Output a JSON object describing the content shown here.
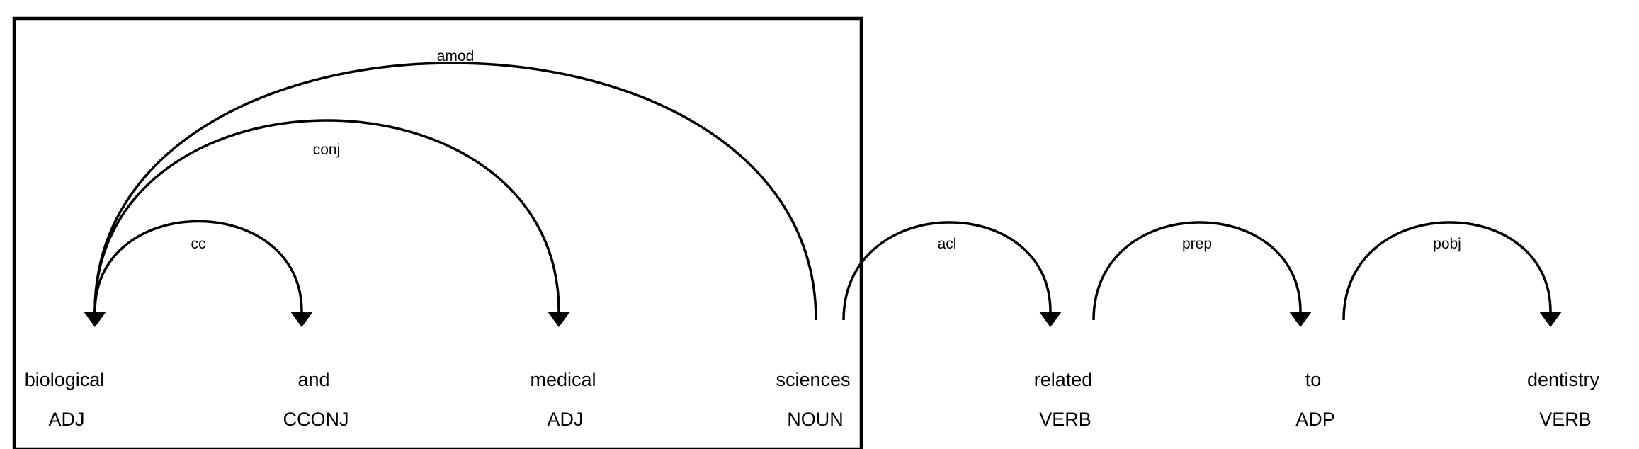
{
  "tokens": [
    {
      "word": "biological",
      "tag": "ADJ"
    },
    {
      "word": "and",
      "tag": "CCONJ"
    },
    {
      "word": "medical",
      "tag": "ADJ"
    },
    {
      "word": "sciences",
      "tag": "NOUN"
    },
    {
      "word": "related",
      "tag": "VERB"
    },
    {
      "word": "to",
      "tag": "ADP"
    },
    {
      "word": "dentistry",
      "tag": "VERB"
    }
  ],
  "arcs": [
    {
      "label": "amod",
      "head": 3,
      "dependent": 0
    },
    {
      "label": "conj",
      "head": 0,
      "dependent": 2
    },
    {
      "label": "cc",
      "head": 0,
      "dependent": 1
    },
    {
      "label": "acl",
      "head": 3,
      "dependent": 4
    },
    {
      "label": "prep",
      "head": 4,
      "dependent": 5
    },
    {
      "label": "pobj",
      "head": 5,
      "dependent": 6
    }
  ],
  "highlight": {
    "from_token": 0,
    "to_token": 3
  }
}
